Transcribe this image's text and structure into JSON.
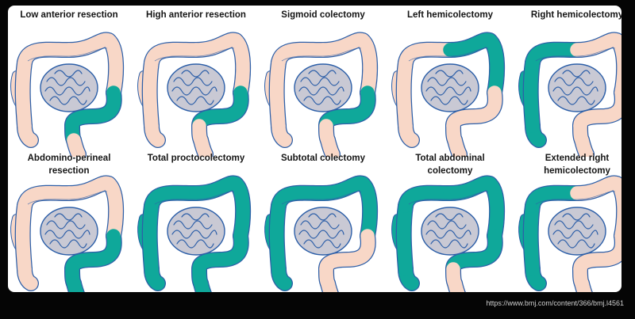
{
  "colors": {
    "bowel": "#f8d7c7",
    "resected": "#0fa89a",
    "outline": "#2d5fa8",
    "small_intestine": "#c9c9d4",
    "background": "#ffffff"
  },
  "panels": [
    {
      "title": "Low anterior resection",
      "resected": [
        "sigmoid",
        "rectum_upper"
      ]
    },
    {
      "title": "High anterior resection",
      "resected": [
        "sigmoid"
      ]
    },
    {
      "title": "Sigmoid colectomy",
      "resected": [
        "sigmoid"
      ]
    },
    {
      "title": "Left hemicolectomy",
      "resected": [
        "transverse_left",
        "descending"
      ]
    },
    {
      "title": "Right hemicolectomy",
      "resected": [
        "cecum",
        "ascending",
        "transverse_right"
      ]
    },
    {
      "title": "Abdomino-perineal\nresection",
      "resected": [
        "sigmoid",
        "rectum_upper",
        "rectum_lower"
      ]
    },
    {
      "title": "Total proctocolectomy",
      "resected": [
        "cecum",
        "ascending",
        "transverse_right",
        "transverse_left",
        "descending",
        "sigmoid",
        "rectum_upper",
        "rectum_lower"
      ]
    },
    {
      "title": "Subtotal colectomy",
      "resected": [
        "cecum",
        "ascending",
        "transverse_right",
        "transverse_left",
        "descending"
      ]
    },
    {
      "title": "Total abdominal\ncolectomy",
      "resected": [
        "cecum",
        "ascending",
        "transverse_right",
        "transverse_left",
        "descending",
        "sigmoid"
      ]
    },
    {
      "title": "Extended right\nhemicolectomy",
      "resected": [
        "cecum",
        "ascending",
        "transverse_right"
      ]
    }
  ],
  "source": "https://www.bmj.com/content/366/bmj.l4561"
}
